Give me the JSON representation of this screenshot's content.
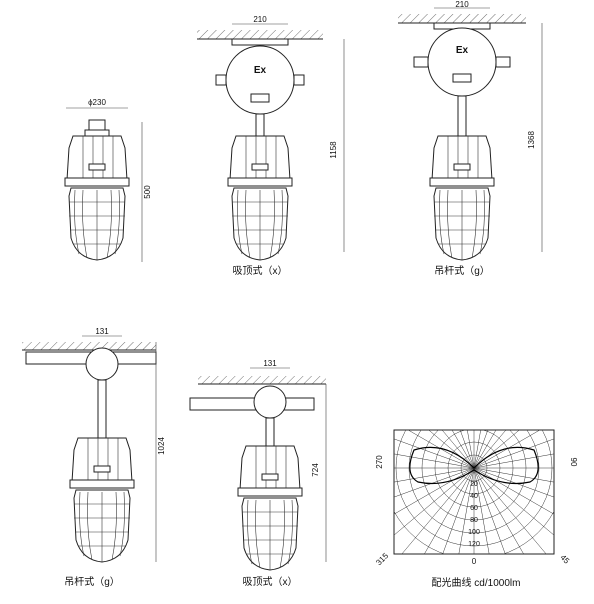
{
  "figure1": {
    "diameter_label": "ϕ230",
    "height_label": "500"
  },
  "figure2": {
    "width_label": "210",
    "height_label": "1158",
    "ex_label": "Ex",
    "caption": "吸顶式（x）"
  },
  "figure3": {
    "width_label": "210",
    "height_label": "1368",
    "ex_label": "Ex",
    "caption": "吊杆式（g）"
  },
  "figure4": {
    "width_label": "131",
    "height_label": "1024",
    "caption": "吊杆式（g）"
  },
  "figure5": {
    "width_label": "131",
    "height_label": "724",
    "caption": "吸顶式（x）"
  },
  "light_distribution": {
    "caption": "配光曲线 cd/1000lm",
    "angle_labels": [
      "270",
      "90",
      "315",
      "0",
      "45"
    ],
    "radial_labels": [
      "20",
      "40",
      "60",
      "80",
      "100",
      "120"
    ]
  }
}
